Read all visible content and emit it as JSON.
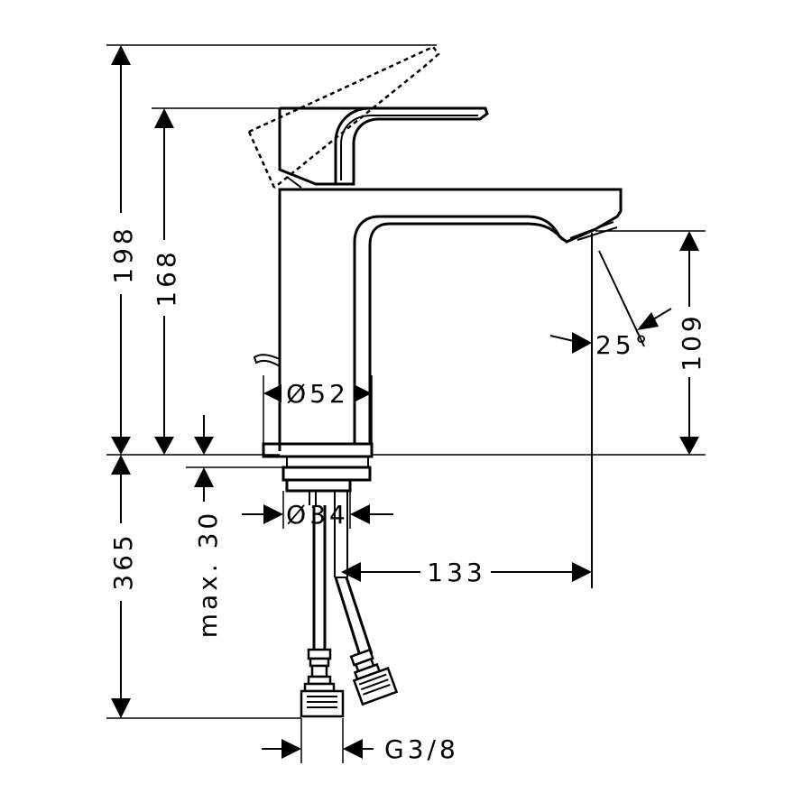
{
  "dimensions": {
    "total_height": "198",
    "lever_height": "168",
    "spout_height": "109",
    "spout_angle": "25°",
    "body_diameter": "Ø52",
    "shank_diameter": "Ø34",
    "below_deck_length": "365",
    "max_deck_thickness": "max. 30",
    "spout_projection": "133",
    "connection_thread": "G3/8"
  }
}
